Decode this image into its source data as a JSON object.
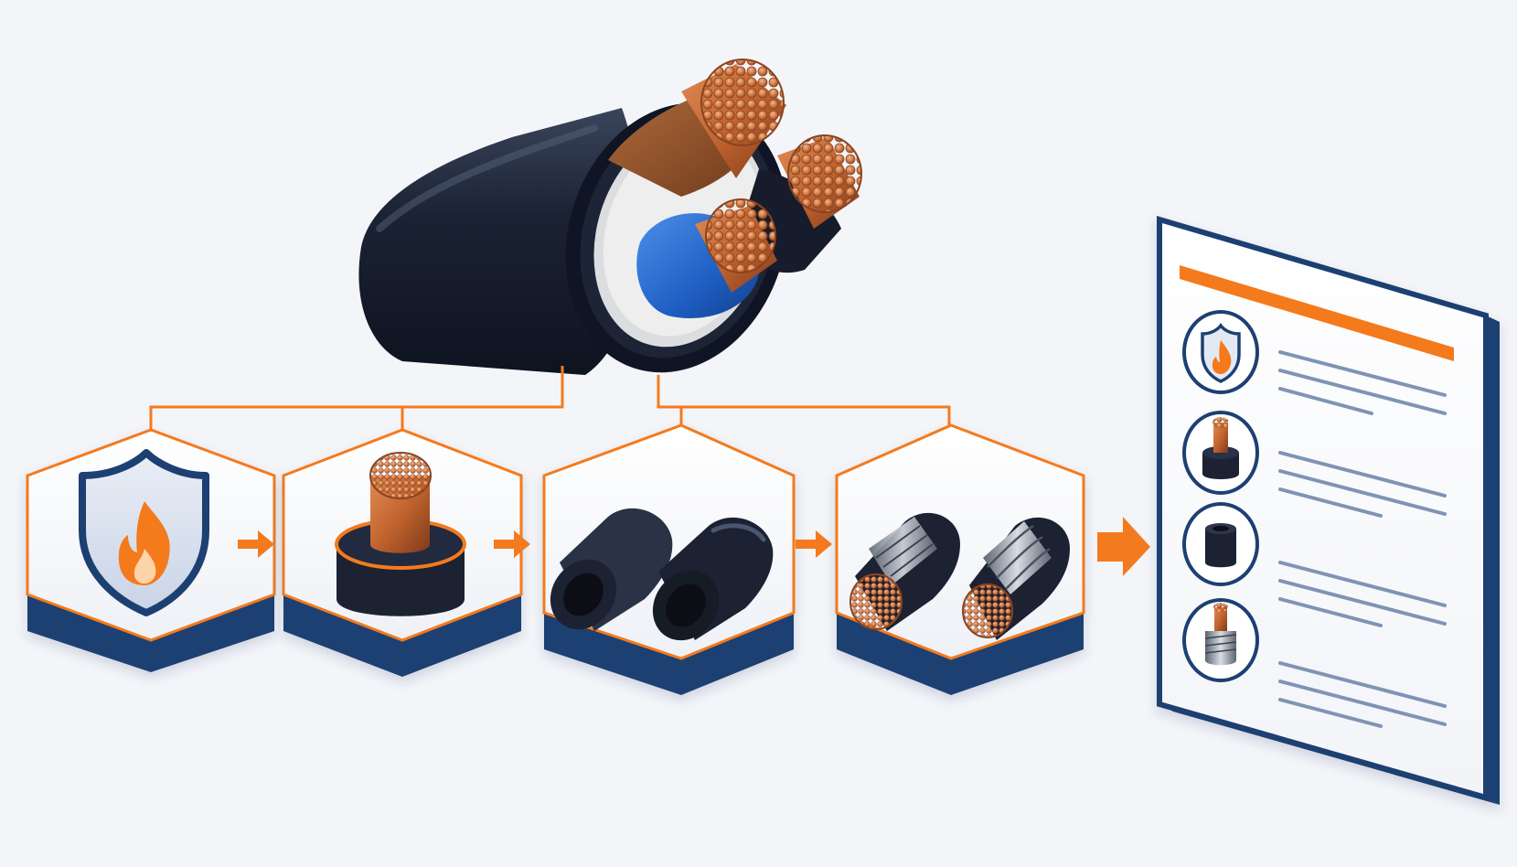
{
  "colors": {
    "accent_orange": "#f47a1f",
    "navy": "#1f3f72",
    "copper": "#c96a3c",
    "jacket_black": "#1b2233",
    "core_blue": "#1f5fc4",
    "background": "#f4f5f8"
  },
  "cable": {
    "icon": "multi-core-cable-icon",
    "cores": [
      "brown-core",
      "black-core",
      "blue-core"
    ]
  },
  "steps": [
    {
      "icon": "fire-shield-icon"
    },
    {
      "icon": "insulated-conductor-icon"
    },
    {
      "icon": "sheath-tubes-icon"
    },
    {
      "icon": "armoured-cables-icon"
    }
  ],
  "document": {
    "icon": "spec-document-icon",
    "rows": [
      {
        "icon": "fire-shield-icon",
        "line_count": 3
      },
      {
        "icon": "insulated-conductor-icon",
        "line_count": 3
      },
      {
        "icon": "sheath-tube-icon",
        "line_count": 3
      },
      {
        "icon": "armoured-cable-icon",
        "line_count": 3
      }
    ]
  }
}
